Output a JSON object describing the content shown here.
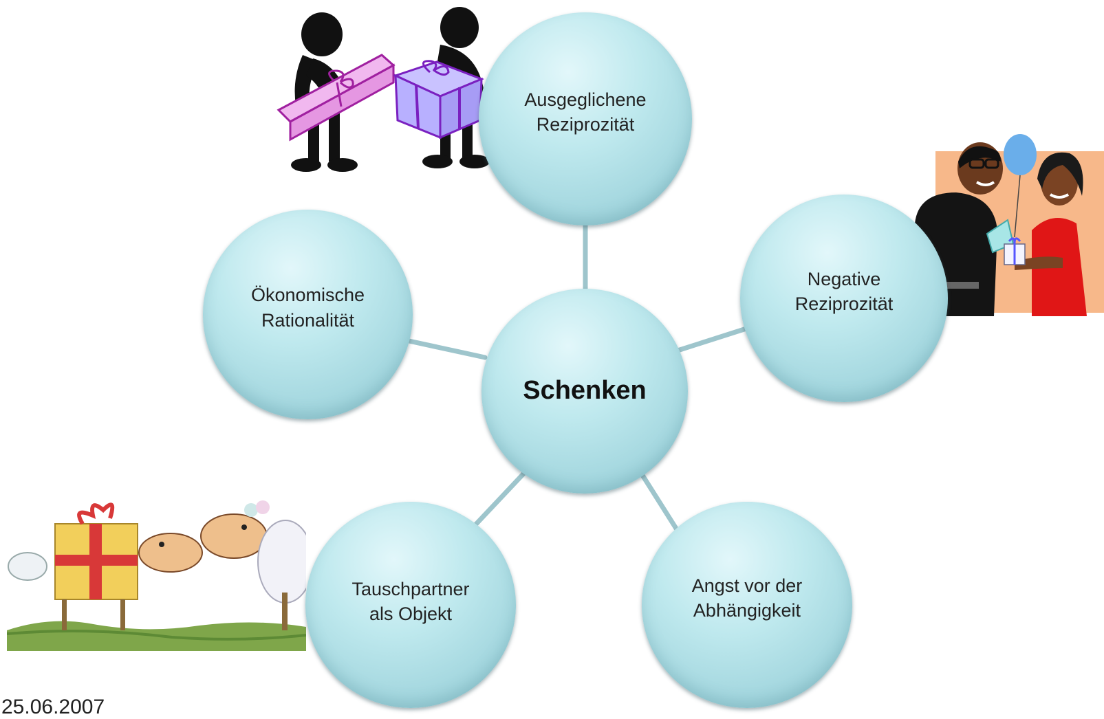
{
  "diagram": {
    "center": {
      "label": "Schenken"
    },
    "nodes": [
      {
        "id": "ausgeglichene",
        "line1": "Ausgeglichene",
        "line2": "Reziprozität"
      },
      {
        "id": "negative",
        "line1": "Negative",
        "line2": "Reziprozität"
      },
      {
        "id": "angst",
        "line1": "Angst vor der",
        "line2": "Abhängigkeit"
      },
      {
        "id": "tauschpartner",
        "line1": "Tauschpartner",
        "line2": "als Objekt"
      },
      {
        "id": "oekonomische",
        "line1": "Ökonomische",
        "line2": "Rationalität"
      }
    ],
    "colors": {
      "circle_fill": "#bfe9ee",
      "connector": "#9ec5cc"
    }
  },
  "cliparts": [
    {
      "name": "gift-exchange-clipart"
    },
    {
      "name": "couple-gift-clipart"
    },
    {
      "name": "sheep-gift-clipart"
    }
  ],
  "footer": {
    "date": "25.06.2007"
  }
}
